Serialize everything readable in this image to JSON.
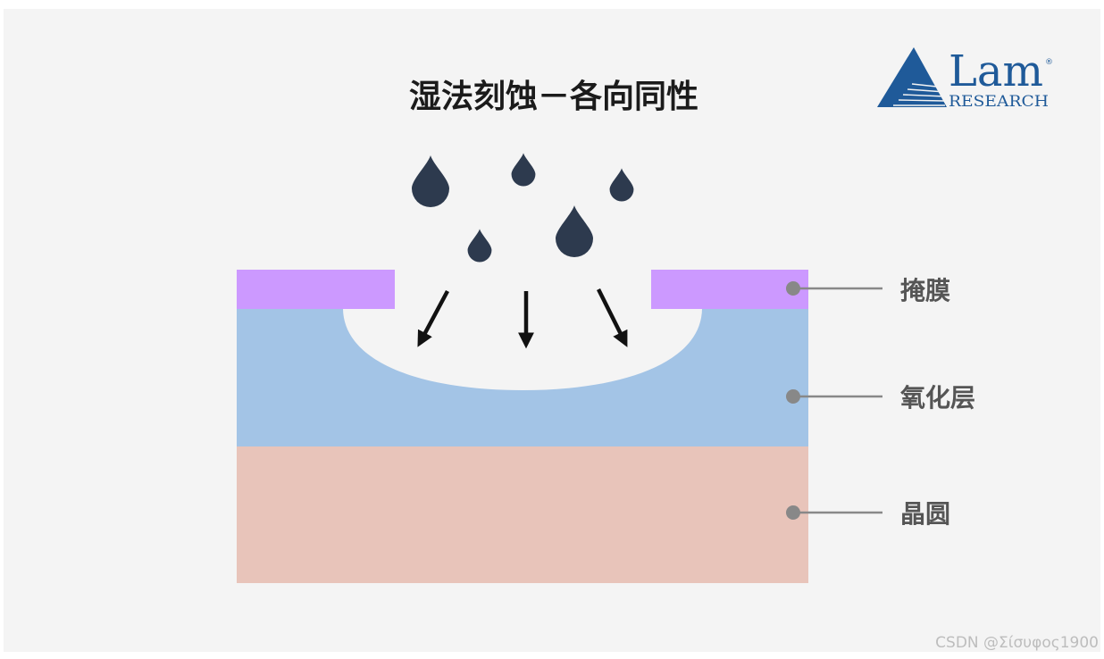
{
  "title": "湿法刻蚀－各向同性",
  "logo": {
    "word": "Lam",
    "sub": "RESEARCH",
    "registered": "®"
  },
  "labels": {
    "mask": "掩膜",
    "oxide": "氧化层",
    "wafer": "晶圆"
  },
  "watermark": "CSDN @Σίσυφος1900",
  "colors": {
    "background": "#f4f4f4",
    "mask": "#cc99ff",
    "oxide": "#a3c4e6",
    "wafer": "#e8c4ba",
    "droplet": "#2d3a4e",
    "arrow": "#111111",
    "leader": "#888888",
    "logo": "#1f5a99"
  },
  "icons": {
    "droplet": "etchant-droplet-icon",
    "arrow": "etch-direction-arrow-icon"
  }
}
